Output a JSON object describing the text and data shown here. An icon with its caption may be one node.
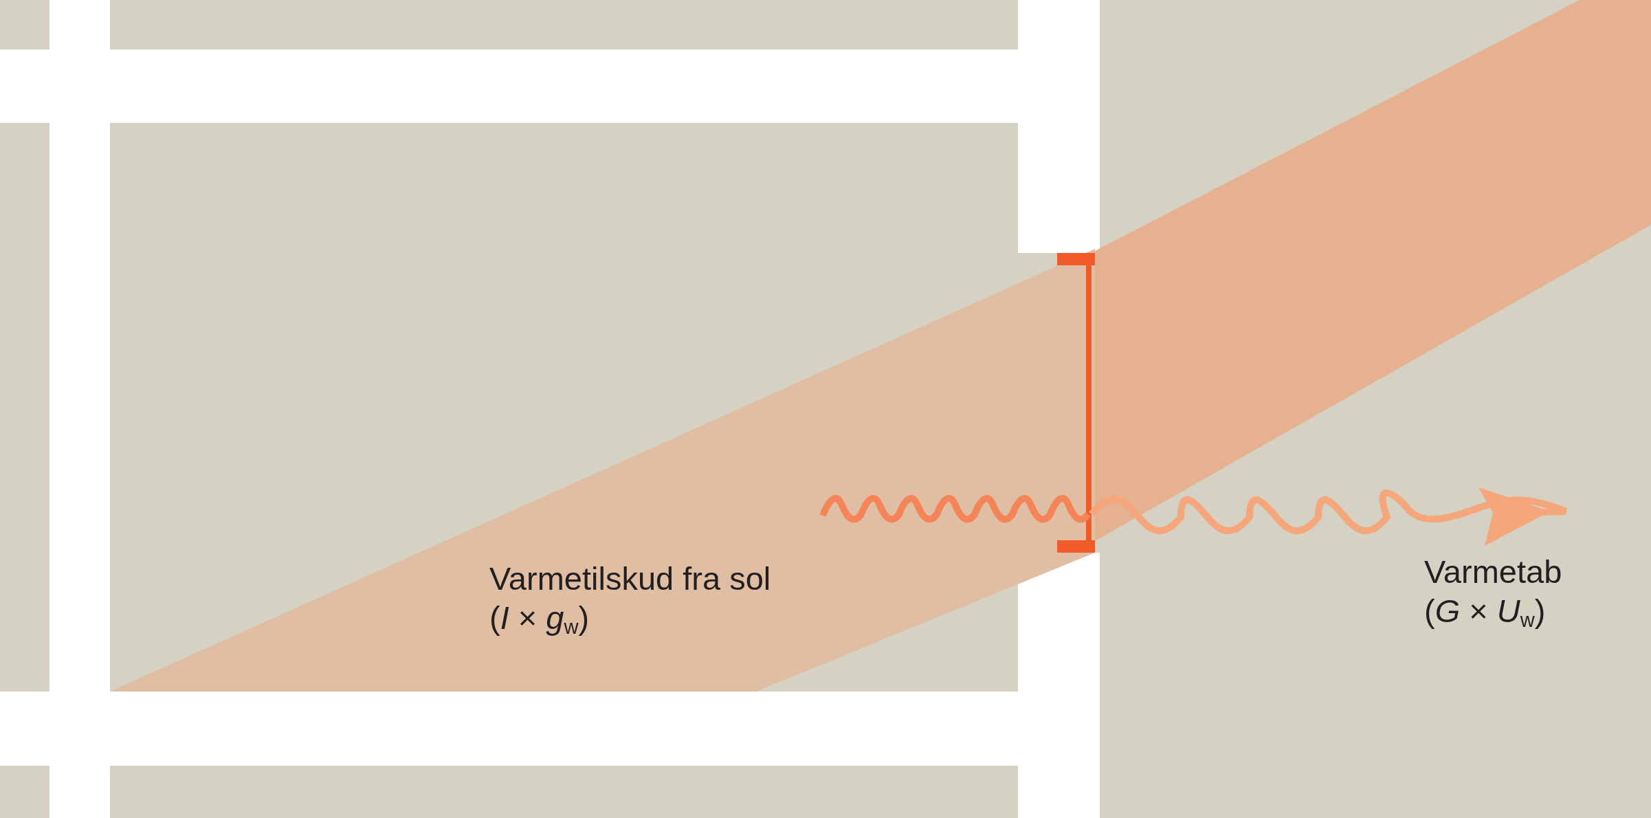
{
  "diagram": {
    "labels": [
      "Varmetilskud fra sol",
      "(*I* × *g*$_{w}$)",
      "Varmetab",
      "(*G* × *U*$_{w}$)"
    ]
  }
}
